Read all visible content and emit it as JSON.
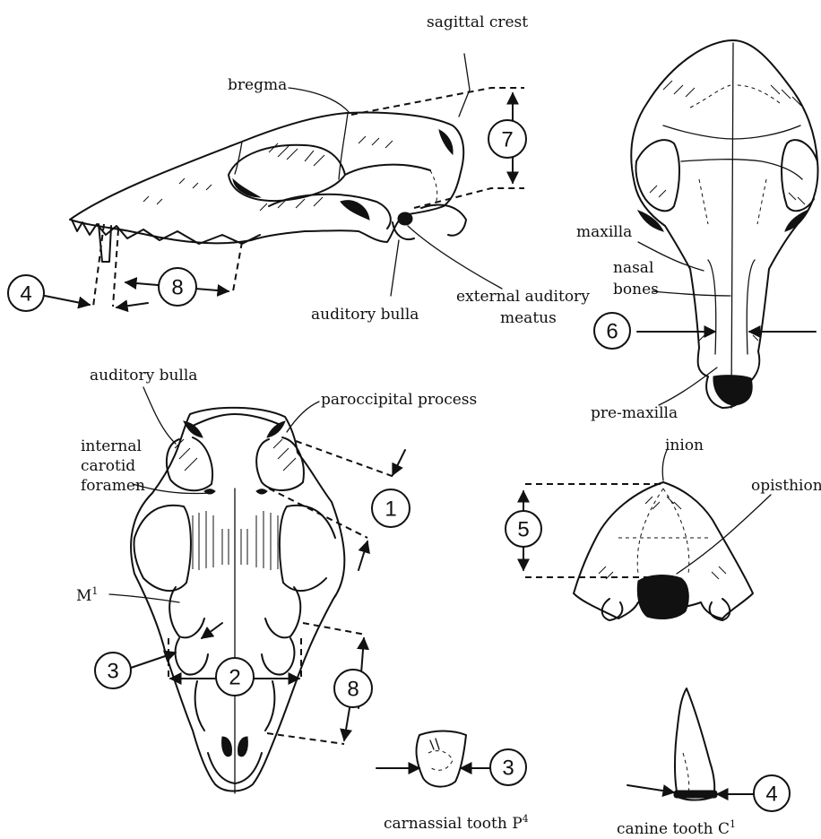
{
  "labels": {
    "sagittal_crest": "sagittal crest",
    "bregma": "bregma",
    "auditory_bulla_lateral": "auditory bulla",
    "external_auditory_meatus_1": "external auditory",
    "external_auditory_meatus_2": "meatus",
    "maxilla": "maxilla",
    "nasal_bones_1": "nasal",
    "nasal_bones_2": "bones",
    "pre_maxilla": "pre-maxilla",
    "auditory_bulla_ventral": "auditory bulla",
    "paroccipital_process": "paroccipital process",
    "internal_carotid_foramen_1": "internal",
    "internal_carotid_foramen_2": "carotid",
    "internal_carotid_foramen_3": "foramen",
    "m1_base": "M",
    "m1_sup": "1",
    "inion": "inion",
    "opisthion": "opisthion",
    "carnassial_base": "carnassial tooth P",
    "carnassial_sup": "4",
    "canine_base": "canine tooth C",
    "canine_sup": "1"
  },
  "measurements": {
    "m1": "1",
    "m2": "2",
    "m3_ventral": "3",
    "m3_tooth": "3",
    "m4_lateral": "4",
    "m4_tooth": "4",
    "m5": "5",
    "m6": "6",
    "m7": "7",
    "m8_lateral": "8",
    "m8_ventral": "8"
  }
}
